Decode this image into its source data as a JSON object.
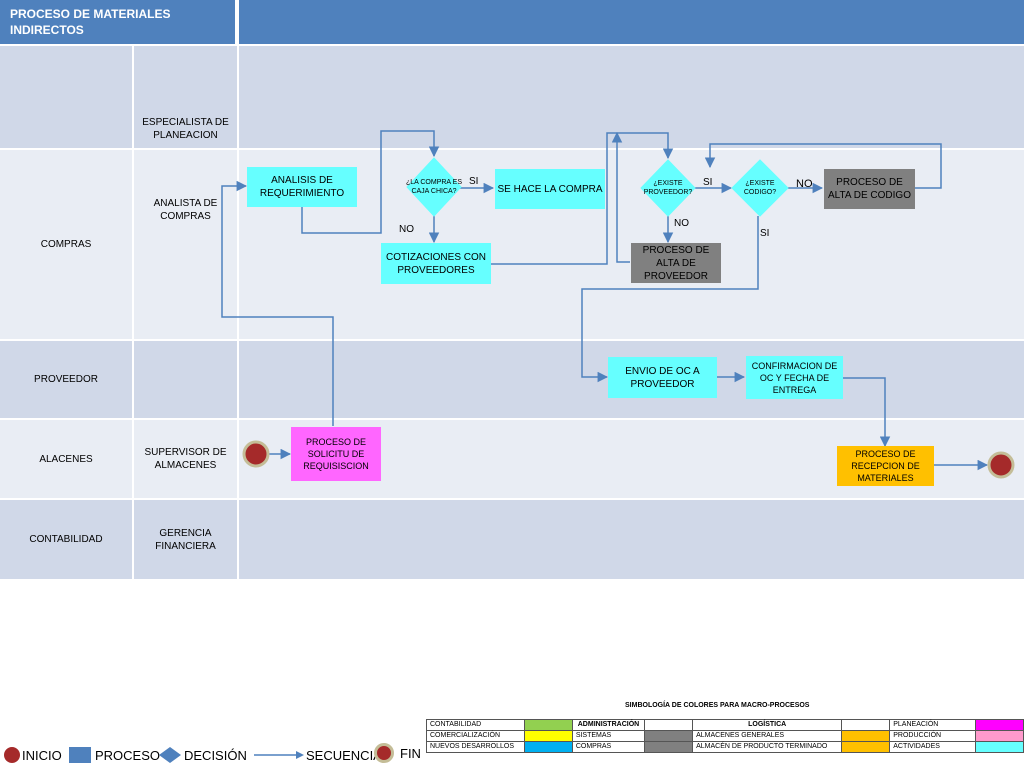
{
  "header": {
    "title": "PROCESO DE MATERIALES INDIRECTOS"
  },
  "lanes": {
    "planeacion_role": "ESPECIALISTA DE PLANEACION",
    "compras_dept": "COMPRAS",
    "compras_role": "ANALISTA DE COMPRAS",
    "proveedor_dept": "PROVEEDOR",
    "almacenes_dept": "ALACENES",
    "almacenes_role": "SUPERVISOR DE ALMACENES",
    "contabilidad_dept": "CONTABILIDAD",
    "contabilidad_role": "GERENCIA FINANCIERA"
  },
  "nodes": {
    "analisis": "ANALISIS DE REQUERIMIENTO",
    "caja_chica": "¿LA COMPRA ES CAJA CHICA?",
    "se_hace": "SE HACE LA COMPRA",
    "cotizaciones": "COTIZACIONES CON PROVEEDORES",
    "existe_proveedor": "¿EXISTE PROVEEDOR?",
    "alta_proveedor": "PROCESO DE ALTA DE PROVEEDOR",
    "existe_codigo": "¿EXISTE CODIGO?",
    "alta_codigo": "PROCESO DE ALTA DE CODIGO",
    "envio_oc": "ENVIO DE OC A PROVEEDOR",
    "confirmacion": "CONFIRMACION DE OC Y FECHA DE ENTREGA",
    "solicitud": "PROCESO DE SOLICITU DE REQUISISCION",
    "recepcion": "PROCESO DE RECEPCION DE MATERIALES"
  },
  "edge_labels": {
    "si1": "SI",
    "no1": "NO",
    "si2": "SI",
    "no2": "NO",
    "no3": "NO",
    "si3": "SI"
  },
  "legend": {
    "title": "SIMBOLOGÍA DE COLORES PARA MACRO-PROCESOS",
    "rows": [
      [
        {
          "text": "CONTABILIDAD"
        },
        {
          "color": "#92d050"
        },
        {
          "text": "ADMINISTRACIÓN",
          "bold": true
        },
        {
          "color": ""
        },
        {
          "text": "LOGÍSTICA",
          "bold": true
        },
        {
          "color": ""
        },
        {
          "text": "PLANEACIÓN"
        },
        {
          "color": "#ff00ff"
        }
      ],
      [
        {
          "text": "COMERCIALIZACIÓN"
        },
        {
          "color": "#ffff00"
        },
        {
          "text": "SISTEMAS"
        },
        {
          "color": "#808080"
        },
        {
          "text": "ALMACENES GENERALES"
        },
        {
          "color": "#ffc000"
        },
        {
          "text": "PRODUCCIÓN"
        },
        {
          "color": "#ff99cc"
        }
      ],
      [
        {
          "text": "NUEVOS DESARROLLOS"
        },
        {
          "color": "#00b0f0"
        },
        {
          "text": "COMPRAS"
        },
        {
          "color": "#808080"
        },
        {
          "text": "ALMACÉN DE PRODUCTO TERMINADO"
        },
        {
          "color": "#ffc000"
        },
        {
          "text": "ACTIVIDADES"
        },
        {
          "color": "#66ffff"
        }
      ]
    ]
  },
  "bottom_legend": {
    "inicio": "INICIO",
    "proceso": "PROCESO",
    "decision": "DECISIÓN",
    "secuencia": "SECUENCIA",
    "fin": "FIN"
  },
  "colors": {
    "header": "#4f81bd",
    "band_dark": "#d0d8e8",
    "band_light": "#e9edf4",
    "activity": "#66ffff",
    "system": "#808080",
    "planning": "#ff66ff",
    "warehouse": "#ffc000",
    "arrow": "#4f81bd",
    "terminator": "#a52a2a"
  }
}
